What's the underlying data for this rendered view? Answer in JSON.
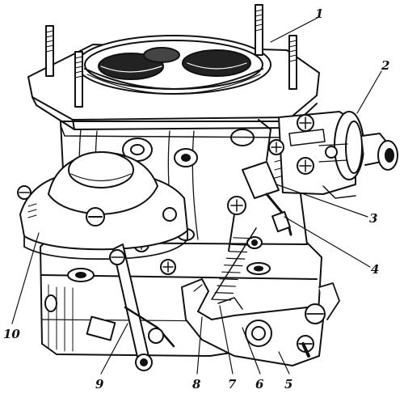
{
  "figure": {
    "colors": {
      "ink": "#111111",
      "paper": "#ffffff",
      "shade": "#555555"
    },
    "callouts": [
      {
        "id": "c1",
        "label": "1"
      },
      {
        "id": "c2",
        "label": "2"
      },
      {
        "id": "c3",
        "label": "3"
      },
      {
        "id": "c4",
        "label": "4"
      },
      {
        "id": "c5",
        "label": "5"
      },
      {
        "id": "c6",
        "label": "6"
      },
      {
        "id": "c7",
        "label": "7"
      },
      {
        "id": "c8",
        "label": "8"
      },
      {
        "id": "c9",
        "label": "9"
      },
      {
        "id": "c10",
        "label": "10"
      }
    ]
  }
}
